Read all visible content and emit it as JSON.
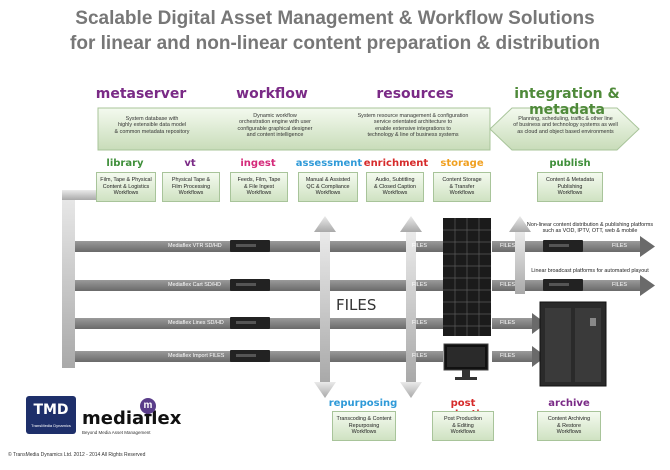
{
  "title": {
    "line1": "Scalable Digital Asset Management & Workflow Solutions",
    "line2": "for linear and non-linear content preparation & distribution"
  },
  "banner": {
    "sections": [
      {
        "title": "metaserver",
        "color": "#7a2a86",
        "text": [
          "System database with",
          "highly extensible data model",
          "& common metadata repository"
        ]
      },
      {
        "title": "workflow",
        "color": "#7a2a86",
        "text": [
          "Dynamic workflow",
          "orchestration engine with user",
          "configurable graphical designer",
          "and content intelligence"
        ]
      },
      {
        "title": "resources",
        "color": "#7a2a86",
        "text": [
          "System resource management & configuration",
          "service orientated architecture to",
          "enable extensive integrations to",
          "technology & line of business systems"
        ]
      },
      {
        "title": "integration & metadata",
        "color": "#4f8a3a",
        "text": [
          "Planning, scheduling, traffic & other line",
          "of business and technology systems as well",
          "as cloud and object based environments"
        ]
      }
    ]
  },
  "categories": [
    {
      "title": "library",
      "color": "#3f8f3a",
      "text": [
        "Film, Tape & Physical",
        "Content & Logistics",
        "Workflows"
      ]
    },
    {
      "title": "vt",
      "color": "#7a2a86",
      "text": [
        "Physical Tape &",
        "Film Processing",
        "Workflows"
      ]
    },
    {
      "title": "ingest",
      "color": "#d42a7a",
      "text": [
        "Feeds, Film, Tape",
        "& File Ingest",
        "Workflows"
      ]
    },
    {
      "title": "assessment",
      "color": "#2f9ad8",
      "text": [
        "Manual & Assisted",
        "QC & Compliance",
        "Workflows"
      ]
    },
    {
      "title": "enrichment",
      "color": "#d62a2a",
      "text": [
        "Audio, Subtitling",
        "& Closed Caption",
        "Workflows"
      ]
    },
    {
      "title": "storage",
      "color": "#f0a020",
      "text": [
        "Content Storage",
        "& Transfer",
        "Workflows"
      ]
    },
    {
      "title": "publish",
      "color": "#3f8f3a",
      "text": [
        "Content & Metadata",
        "Publishing",
        "Workflows"
      ]
    }
  ],
  "lines": [
    {
      "label": "Mediaflex VTR SD/HD"
    },
    {
      "label": "Mediaflex Cart SD/HD"
    },
    {
      "label": "Mediaflex Lines SD/HD"
    },
    {
      "label": "Mediaflex Import FILES"
    }
  ],
  "files_tag": "FILES",
  "files_center": "FILES",
  "platforms": {
    "nonlinear": [
      "Non-linear content distribution & publishing platforms",
      "such as VOD, IPTV, OTT, web & mobile"
    ],
    "linear": "Linear broadcast platforms for automated playout"
  },
  "bottom": [
    {
      "title": "repurposing",
      "color": "#2f9ad8",
      "text": [
        "Transcoding & Content",
        "Repurposing",
        "Workflows"
      ]
    },
    {
      "title": "post production",
      "color": "#d62a2a",
      "text": [
        "Post Production",
        "& Editing",
        "Workflows"
      ]
    },
    {
      "title": "archive",
      "color": "#7a2a86",
      "text": [
        "Content Archiving",
        "& Restore",
        "Workflows"
      ]
    }
  ],
  "logo": {
    "tmd": "TMD",
    "tmd_sub": "TransMedia Dynamics",
    "brand": "mediaflex",
    "brand_mark": "m",
    "tagline": "Beyond Media Asset Management"
  },
  "copyright": "© TransMedia Dynamics Ltd. 2012 - 2014 All Rights Reserved"
}
